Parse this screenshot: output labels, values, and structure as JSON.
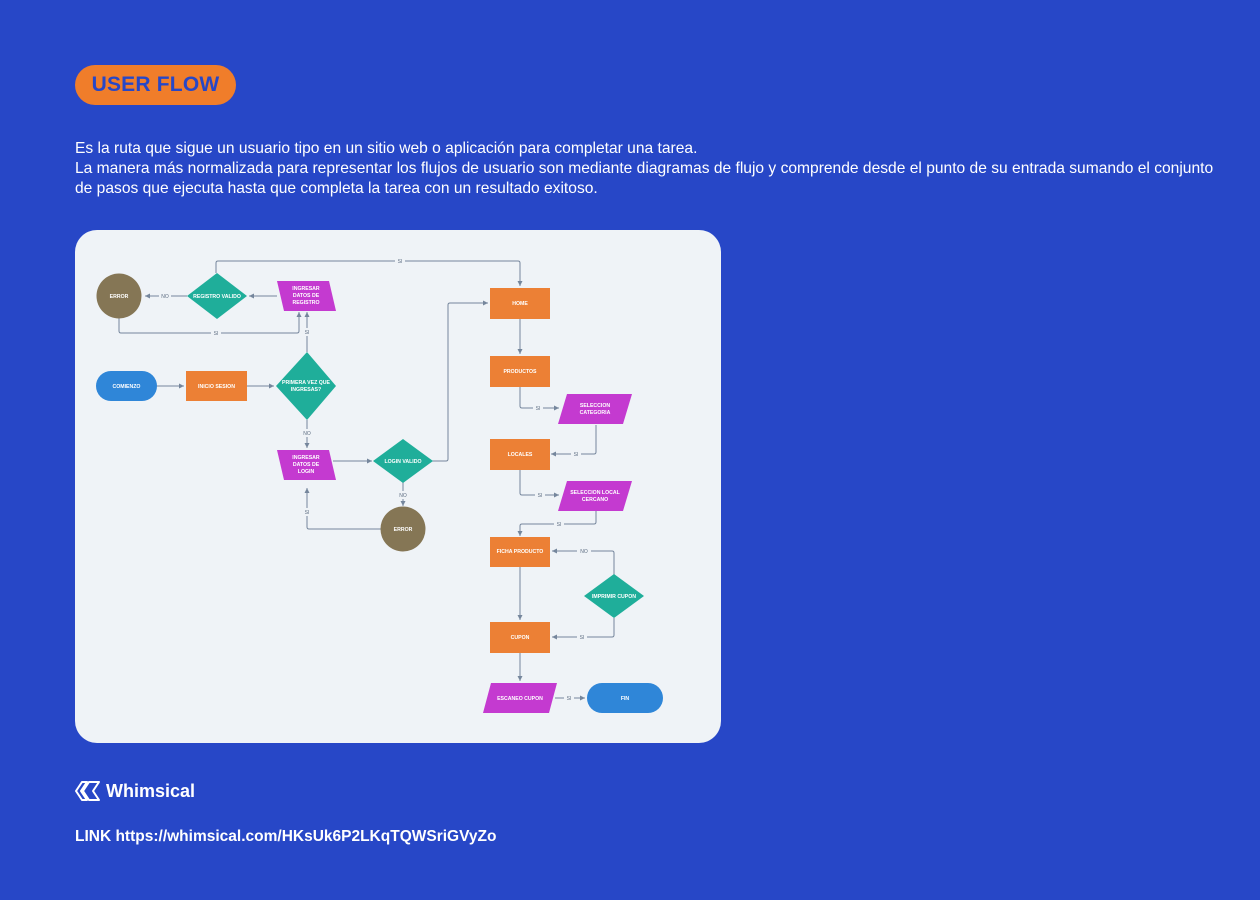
{
  "header": {
    "badge": "USER FLOW"
  },
  "description": {
    "line1": "Es la ruta que sigue un usuario tipo en un sitio web o aplicación para completar una tarea.",
    "line2": "La manera más normalizada para representar los flujos de usuario son mediante diagramas de flujo y comprende desde el punto de su entrada sumando el conjunto de pasos que ejecuta hasta que completa la tarea con un resultado exitoso."
  },
  "diagram": {
    "nodes": {
      "error_top": "ERROR",
      "registro_valido": "REGISTRO VALIDO",
      "ingresar_registro": [
        "INGRESAR",
        "DATOS DE",
        "REGISTRO"
      ],
      "comienzo": "COMIENZO",
      "inicio_sesion": "INICIO SESION",
      "primera_vez": [
        "PRIMERA VEZ QUE",
        "INGRESAS?"
      ],
      "ingresar_login": [
        "INGRESAR",
        "DATOS DE",
        "LOGIN"
      ],
      "login_valido": "LOGIN VALIDO",
      "error_bottom": "ERROR",
      "home": "HOME",
      "productos": "PRODUCTOS",
      "seleccion_categoria": [
        "SELECCION",
        "CATEGORIA"
      ],
      "locales": "LOCALES",
      "seleccion_local": [
        "SELECCION LOCAL",
        "CERCANO"
      ],
      "ficha_producto": "FICHA PRODUCTO",
      "imprimir_cupon": "IMPRIMIR CUPON",
      "cupon": "CUPON",
      "escaneo_cupon": "ESCANEO CUPON",
      "fin": "FIN"
    },
    "edge_labels": {
      "si_top": "SI",
      "no_registro": "NO",
      "si_registro_loop": "SI",
      "si_primera": "SI",
      "no_primera": "NO",
      "no_login": "NO",
      "si_error": "SI",
      "si_categoria": "SI",
      "si_locales": "SI",
      "si_local": "SI",
      "si_local_ficha": "SI",
      "no_imprimir": "NO",
      "si_imprimir": "SI",
      "si_escaneo": "SI"
    },
    "colors": {
      "process": "#ec8035",
      "decision": "#1fae9a",
      "input": "#c43ad0",
      "terminal": "#2f86d8",
      "error": "#857655",
      "connector": "#75869c"
    }
  },
  "footer": {
    "brand": "Whimsical",
    "link": "LINK https://whimsical.com/HKsUk6P2LKqTQWSriGVyZo"
  }
}
